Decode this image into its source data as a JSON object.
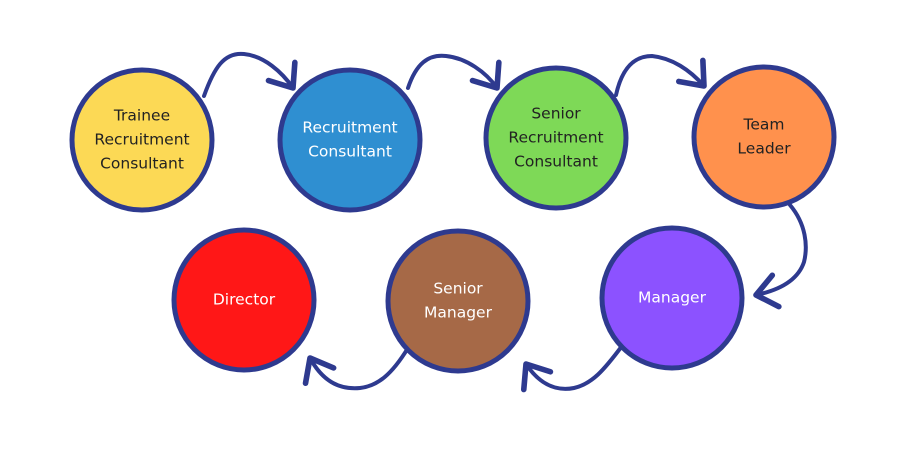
{
  "diagram": {
    "edge_color": "#2e3a8f",
    "nodes": [
      {
        "id": "trainee",
        "lines": [
          "Trainee",
          "Recruitment",
          "Consultant"
        ],
        "fill": "#fcd955",
        "text_color": "#222222"
      },
      {
        "id": "recruitment-consultant",
        "lines": [
          "Recruitment",
          "Consultant"
        ],
        "fill": "#2f8fd1",
        "text_color": "#ffffff"
      },
      {
        "id": "senior-recruitment-consultant",
        "lines": [
          "Senior",
          "Recruitment",
          "Consultant"
        ],
        "fill": "#7ed957",
        "text_color": "#222222"
      },
      {
        "id": "team-leader",
        "lines": [
          "Team",
          "Leader"
        ],
        "fill": "#ff914d",
        "text_color": "#222222"
      },
      {
        "id": "manager",
        "lines": [
          "Manager"
        ],
        "fill": "#8c52ff",
        "text_color": "#ffffff"
      },
      {
        "id": "senior-manager",
        "lines": [
          "Senior",
          "Manager"
        ],
        "fill": "#a66947",
        "text_color": "#ffffff"
      },
      {
        "id": "director",
        "lines": [
          "Director"
        ],
        "fill": "#ff1717",
        "text_color": "#ffffff"
      }
    ],
    "edges": [
      {
        "from": "trainee",
        "to": "recruitment-consultant"
      },
      {
        "from": "recruitment-consultant",
        "to": "senior-recruitment-consultant"
      },
      {
        "from": "senior-recruitment-consultant",
        "to": "team-leader"
      },
      {
        "from": "team-leader",
        "to": "manager"
      },
      {
        "from": "manager",
        "to": "senior-manager"
      },
      {
        "from": "senior-manager",
        "to": "director"
      }
    ]
  }
}
